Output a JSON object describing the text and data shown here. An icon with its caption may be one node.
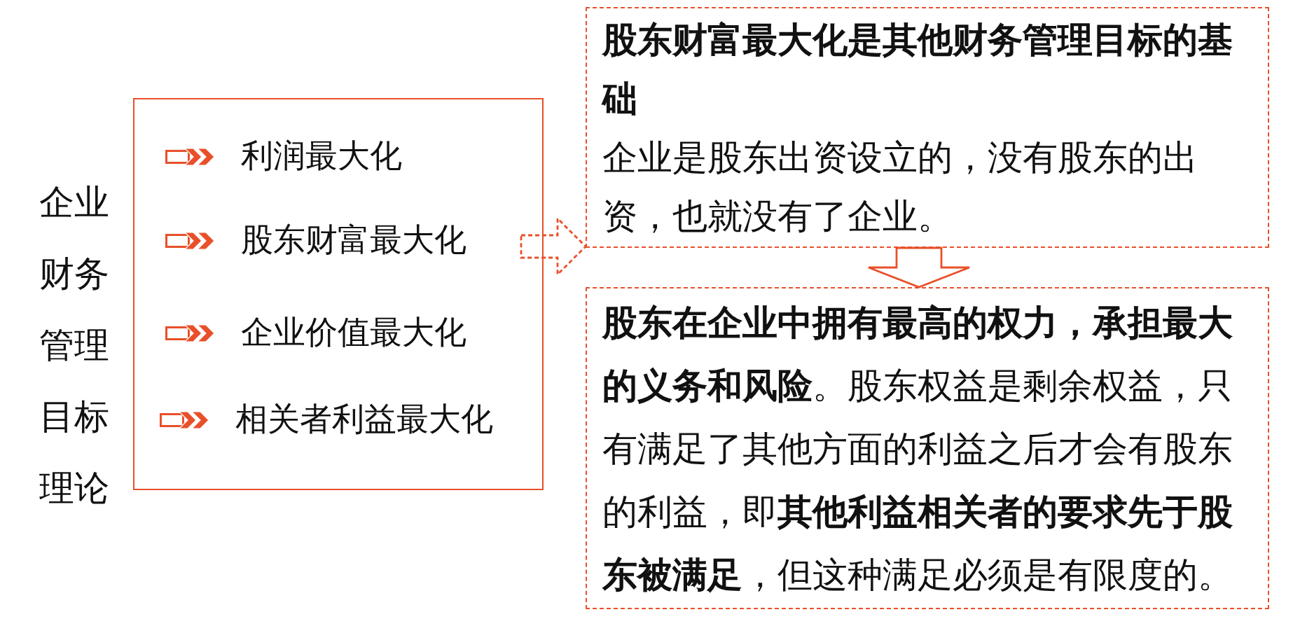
{
  "diagram": {
    "nodes": [
      {
        "text": [
          "企业财务管理目标理论"
        ]
      },
      {
        "text": [
          "利润最大化"
        ],
        "in": 0
      },
      {
        "text": [
          "股东财富最大化"
        ],
        "in": 0
      },
      {
        "text": [
          "企业价值最大化"
        ],
        "in": 0
      },
      {
        "text": [
          "相关者利益最大化"
        ],
        "in": 0
      },
      {
        "text": [
          "股东财富最大化是其他财务管理目标的基础",
          "企业是股东出资设立的，没有股东的出资，也就没有了企业。"
        ]
      },
      {
        "text": [
          "**股东在企业中拥有最高的权力，承担最大的义务和风险**。股东权益是剩余权益，只有满足了其他方面的利益之后才会有股东的利益，即**其他利益相关者的要求先于股东被满足**，但这种满足必须是有限度的。"
        ]
      }
    ],
    "edges": [
      {
        "from": 2,
        "to": 5,
        "arrow": "to",
        "style": "dashed"
      },
      {
        "from": 5,
        "to": 6,
        "arrow": "to"
      }
    ]
  }
}
